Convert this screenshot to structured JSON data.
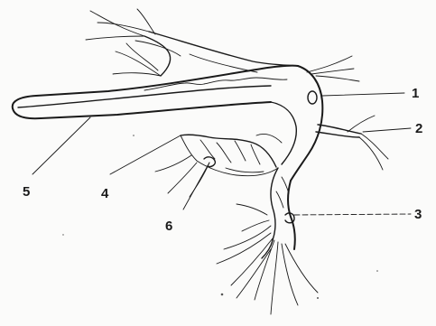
{
  "diagram": {
    "labels": {
      "l1": "1",
      "l2": "2",
      "l3": "3",
      "l4": "4",
      "l5": "5",
      "l6": "6"
    }
  },
  "colors": {
    "ink": "#1a1a1a",
    "paper": "#fbfbfa"
  }
}
